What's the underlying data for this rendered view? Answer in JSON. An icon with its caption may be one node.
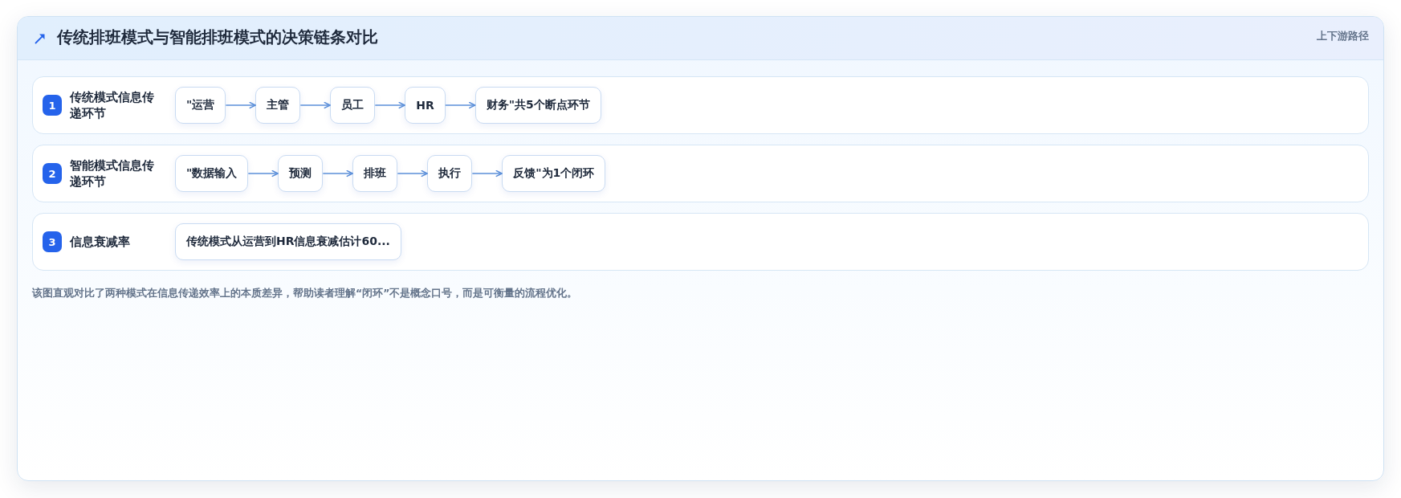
{
  "diagram": {
    "title": "传统排班模式与智能排班模式的决策链条对比",
    "nodes": [
      {
        "text": [
          "传统模式信息传递环节"
        ]
      },
      {
        "text": [
          "1"
        ],
        "in": 0
      },
      {
        "text": [
          "\"运营"
        ],
        "in": 0
      },
      {
        "text": [
          "主管"
        ],
        "in": 0
      },
      {
        "text": [
          "员工"
        ],
        "in": 0
      },
      {
        "text": [
          "HR"
        ],
        "in": 0
      },
      {
        "text": [
          "财务\"共5个断点环节"
        ],
        "in": 0
      },
      {
        "text": [
          "智能模式信息传递环节"
        ]
      },
      {
        "text": [
          "2"
        ],
        "in": 7
      },
      {
        "text": [
          "\"数据输入"
        ],
        "in": 7
      },
      {
        "text": [
          "预测"
        ],
        "in": 7
      },
      {
        "text": [
          "排班"
        ],
        "in": 7
      },
      {
        "text": [
          "执行"
        ],
        "in": 7
      },
      {
        "text": [
          "反馈\"为1个闭环"
        ],
        "in": 7
      },
      {
        "text": [
          "信息衰减率"
        ]
      },
      {
        "text": [
          "3"
        ],
        "in": 14
      },
      {
        "text": [
          "传统模式从运营到HR信息衰减估计60..."
        ],
        "in": 14
      }
    ],
    "edges": [
      {
        "from": 2,
        "to": 3,
        "arrow": "to"
      },
      {
        "from": 3,
        "to": 4,
        "arrow": "to"
      },
      {
        "from": 4,
        "to": 5,
        "arrow": "to"
      },
      {
        "from": 5,
        "to": 6,
        "arrow": "to"
      },
      {
        "from": 9,
        "to": 10,
        "arrow": "to"
      },
      {
        "from": 10,
        "to": 11,
        "arrow": "to"
      },
      {
        "from": 11,
        "to": 12,
        "arrow": "to"
      },
      {
        "from": 12,
        "to": 13,
        "arrow": "to"
      }
    ],
    "labels": [
      "上下游路径"
    ],
    "caption": "该图直观对比了两种模式在信息传递效率上的本质差异，帮助读者理解“闭环”不是概念口号，而是可衡量的流程优化。"
  }
}
